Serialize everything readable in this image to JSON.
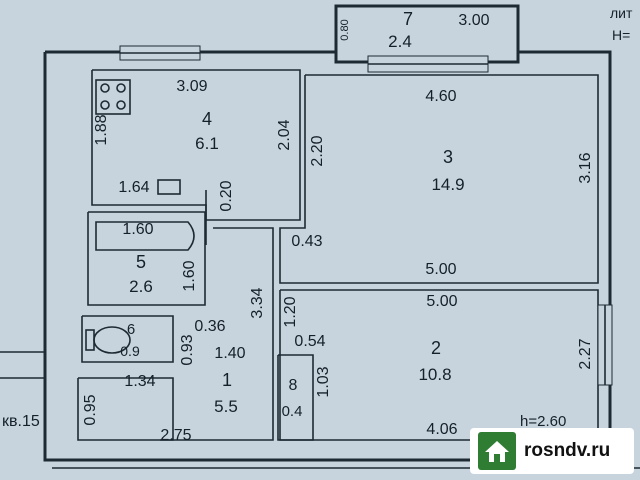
{
  "rooms": [
    {
      "id": "1",
      "number": "1",
      "area": "5.5"
    },
    {
      "id": "2",
      "number": "2",
      "area": "10.8"
    },
    {
      "id": "3",
      "number": "3",
      "area": "14.9"
    },
    {
      "id": "4",
      "number": "4",
      "area": "6.1"
    },
    {
      "id": "5",
      "number": "5",
      "area": "2.6"
    },
    {
      "id": "6",
      "number": "6",
      "area": "0.9"
    },
    {
      "id": "7",
      "number": "7",
      "area": "2.4"
    },
    {
      "id": "8",
      "number": "8",
      "area": "0.4"
    }
  ],
  "dimensions": {
    "d_0_80": "0.80",
    "d_3_00": "3.00",
    "d_3_09": "3.09",
    "d_4_60": "4.60",
    "d_1_88": "1.88",
    "d_2_04": "2.04",
    "d_2_20": "2.20",
    "d_3_16": "3.16",
    "d_1_64": "1.64",
    "d_0_20": "0.20",
    "d_1_60_a": "1.60",
    "d_0_43": "0.43",
    "d_1_60_b": "1.60",
    "d_5_00_a": "5.00",
    "d_5_00_b": "5.00",
    "d_3_34": "3.34",
    "d_1_20": "1.20",
    "d_0_36": "0.36",
    "d_0_54": "0.54",
    "d_0_93": "0.93",
    "d_1_40": "1.40",
    "d_2_27": "2.27",
    "d_1_34": "1.34",
    "d_0_95": "0.95",
    "d_1_03": "1.03",
    "d_2_75": "2.75",
    "d_4_06": "4.06"
  },
  "notes": {
    "apartment": "кв.15",
    "height": "h=2.60",
    "corner_top": "лит",
    "corner_bottom": "H="
  },
  "watermark": {
    "text": "rosndv.ru",
    "icon": "house-icon"
  }
}
